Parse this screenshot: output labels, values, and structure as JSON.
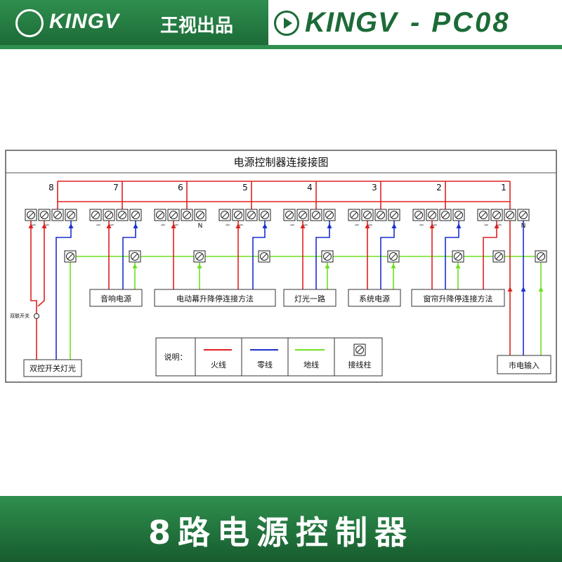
{
  "header": {
    "brand_left": "KINGV",
    "brand_cn": "王视出品",
    "brand_right": "KINGV",
    "model": "- PC08"
  },
  "diagram": {
    "title": "电源控制器连接接图",
    "channels": [
      "8",
      "7",
      "6",
      "5",
      "4",
      "3",
      "2",
      "1"
    ],
    "device_labels": [
      "音响电源",
      "电动幕升降停连接方法",
      "灯光一路",
      "系统电源",
      "窗帘升降停连接方法"
    ],
    "switch_label": "双联开关",
    "left_box_label": "双控开关灯光",
    "right_box_label": "市电输入",
    "terminal_marks": [
      "N"
    ],
    "legend": {
      "title": "说明：",
      "live": "火线",
      "neutral": "零线",
      "ground": "地线",
      "terminal": "接线柱"
    },
    "colors": {
      "live": "#e02020",
      "neutral": "#1a2fd0",
      "ground": "#6fe020"
    }
  },
  "footer": {
    "title": "8路电源控制器"
  }
}
